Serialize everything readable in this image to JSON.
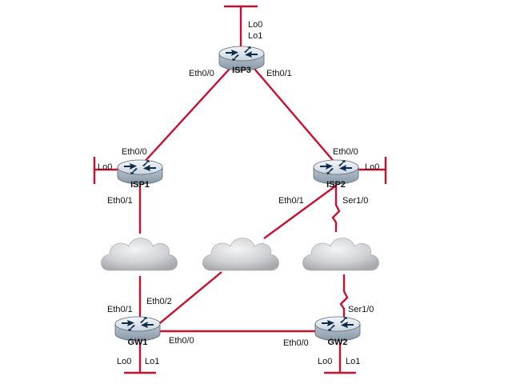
{
  "colors": {
    "link": "#c8102e",
    "router_body": "#dfe7ef",
    "router_arrow": "#0c2a4a",
    "cloud": "#d3d5d8",
    "cloud_shadow": "#a9abae"
  },
  "icons": {
    "router": "router-icon",
    "cloud": "cloud-icon"
  },
  "routers": {
    "isp3": "ISP3",
    "isp1": "ISP1",
    "isp2": "ISP2",
    "gw1": "GW1",
    "gw2": "GW2"
  },
  "loopbacks": {
    "isp3_lo0": "Lo0",
    "isp3_lo1": "Lo1",
    "isp1_lo0": "Lo0",
    "isp2_lo0": "Lo0",
    "gw1_lo0": "Lo0",
    "gw1_lo1": "Lo1",
    "gw2_lo0": "Lo0",
    "gw2_lo1": "Lo1"
  },
  "interfaces": {
    "isp3_eth00": "Eth0/0",
    "isp3_eth01": "Eth0/1",
    "isp1_eth00": "Eth0/0",
    "isp1_eth01": "Eth0/1",
    "isp2_eth00": "Eth0/0",
    "isp2_eth01": "Eth0/1",
    "isp2_ser10": "Ser1/0",
    "gw1_eth01": "Eth0/1",
    "gw1_eth02": "Eth0/2",
    "gw1_eth00": "Eth0/0",
    "gw2_eth00": "Eth0/0",
    "gw2_ser10": "Ser1/0"
  }
}
